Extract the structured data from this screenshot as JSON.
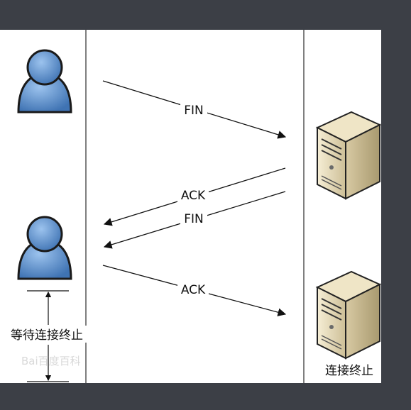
{
  "diagram": {
    "messages": [
      {
        "label": "FIN"
      },
      {
        "label": "ACK"
      },
      {
        "label": "FIN"
      },
      {
        "label": "ACK"
      }
    ],
    "client_wait_note": "等待连接终止",
    "server_closed_note": "连接终止",
    "watermark": "Bai百度百科",
    "colors": {
      "background": "#3c3f46",
      "canvas": "#ffffff",
      "lifeline": "#555555",
      "person": "#5b8fc9",
      "server_body": "#e8dcb8"
    }
  }
}
